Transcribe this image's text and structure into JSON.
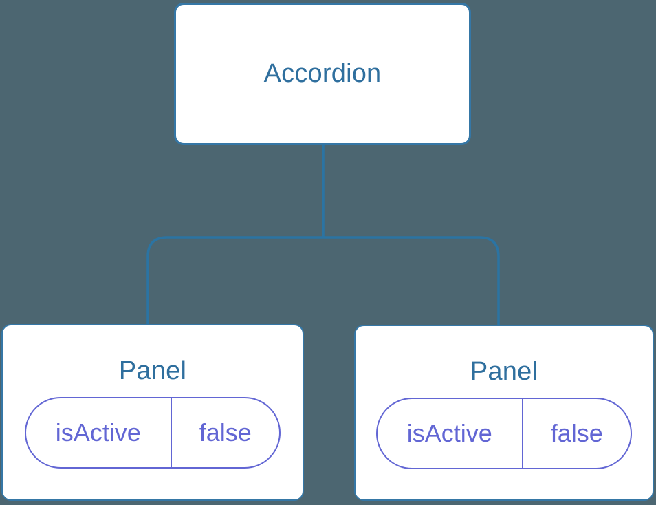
{
  "diagram": {
    "root": {
      "label": "Accordion"
    },
    "children": [
      {
        "label": "Panel",
        "state": {
          "key": "isActive",
          "value": "false"
        }
      },
      {
        "label": "Panel",
        "state": {
          "key": "isActive",
          "value": "false"
        }
      }
    ]
  },
  "colors": {
    "background": "#4c6671",
    "node_fill": "#ffffff",
    "node_border": "#3577a6",
    "connector": "#2b74a3",
    "title_text": "#2f6f9e",
    "state_accent": "#6266d4"
  }
}
